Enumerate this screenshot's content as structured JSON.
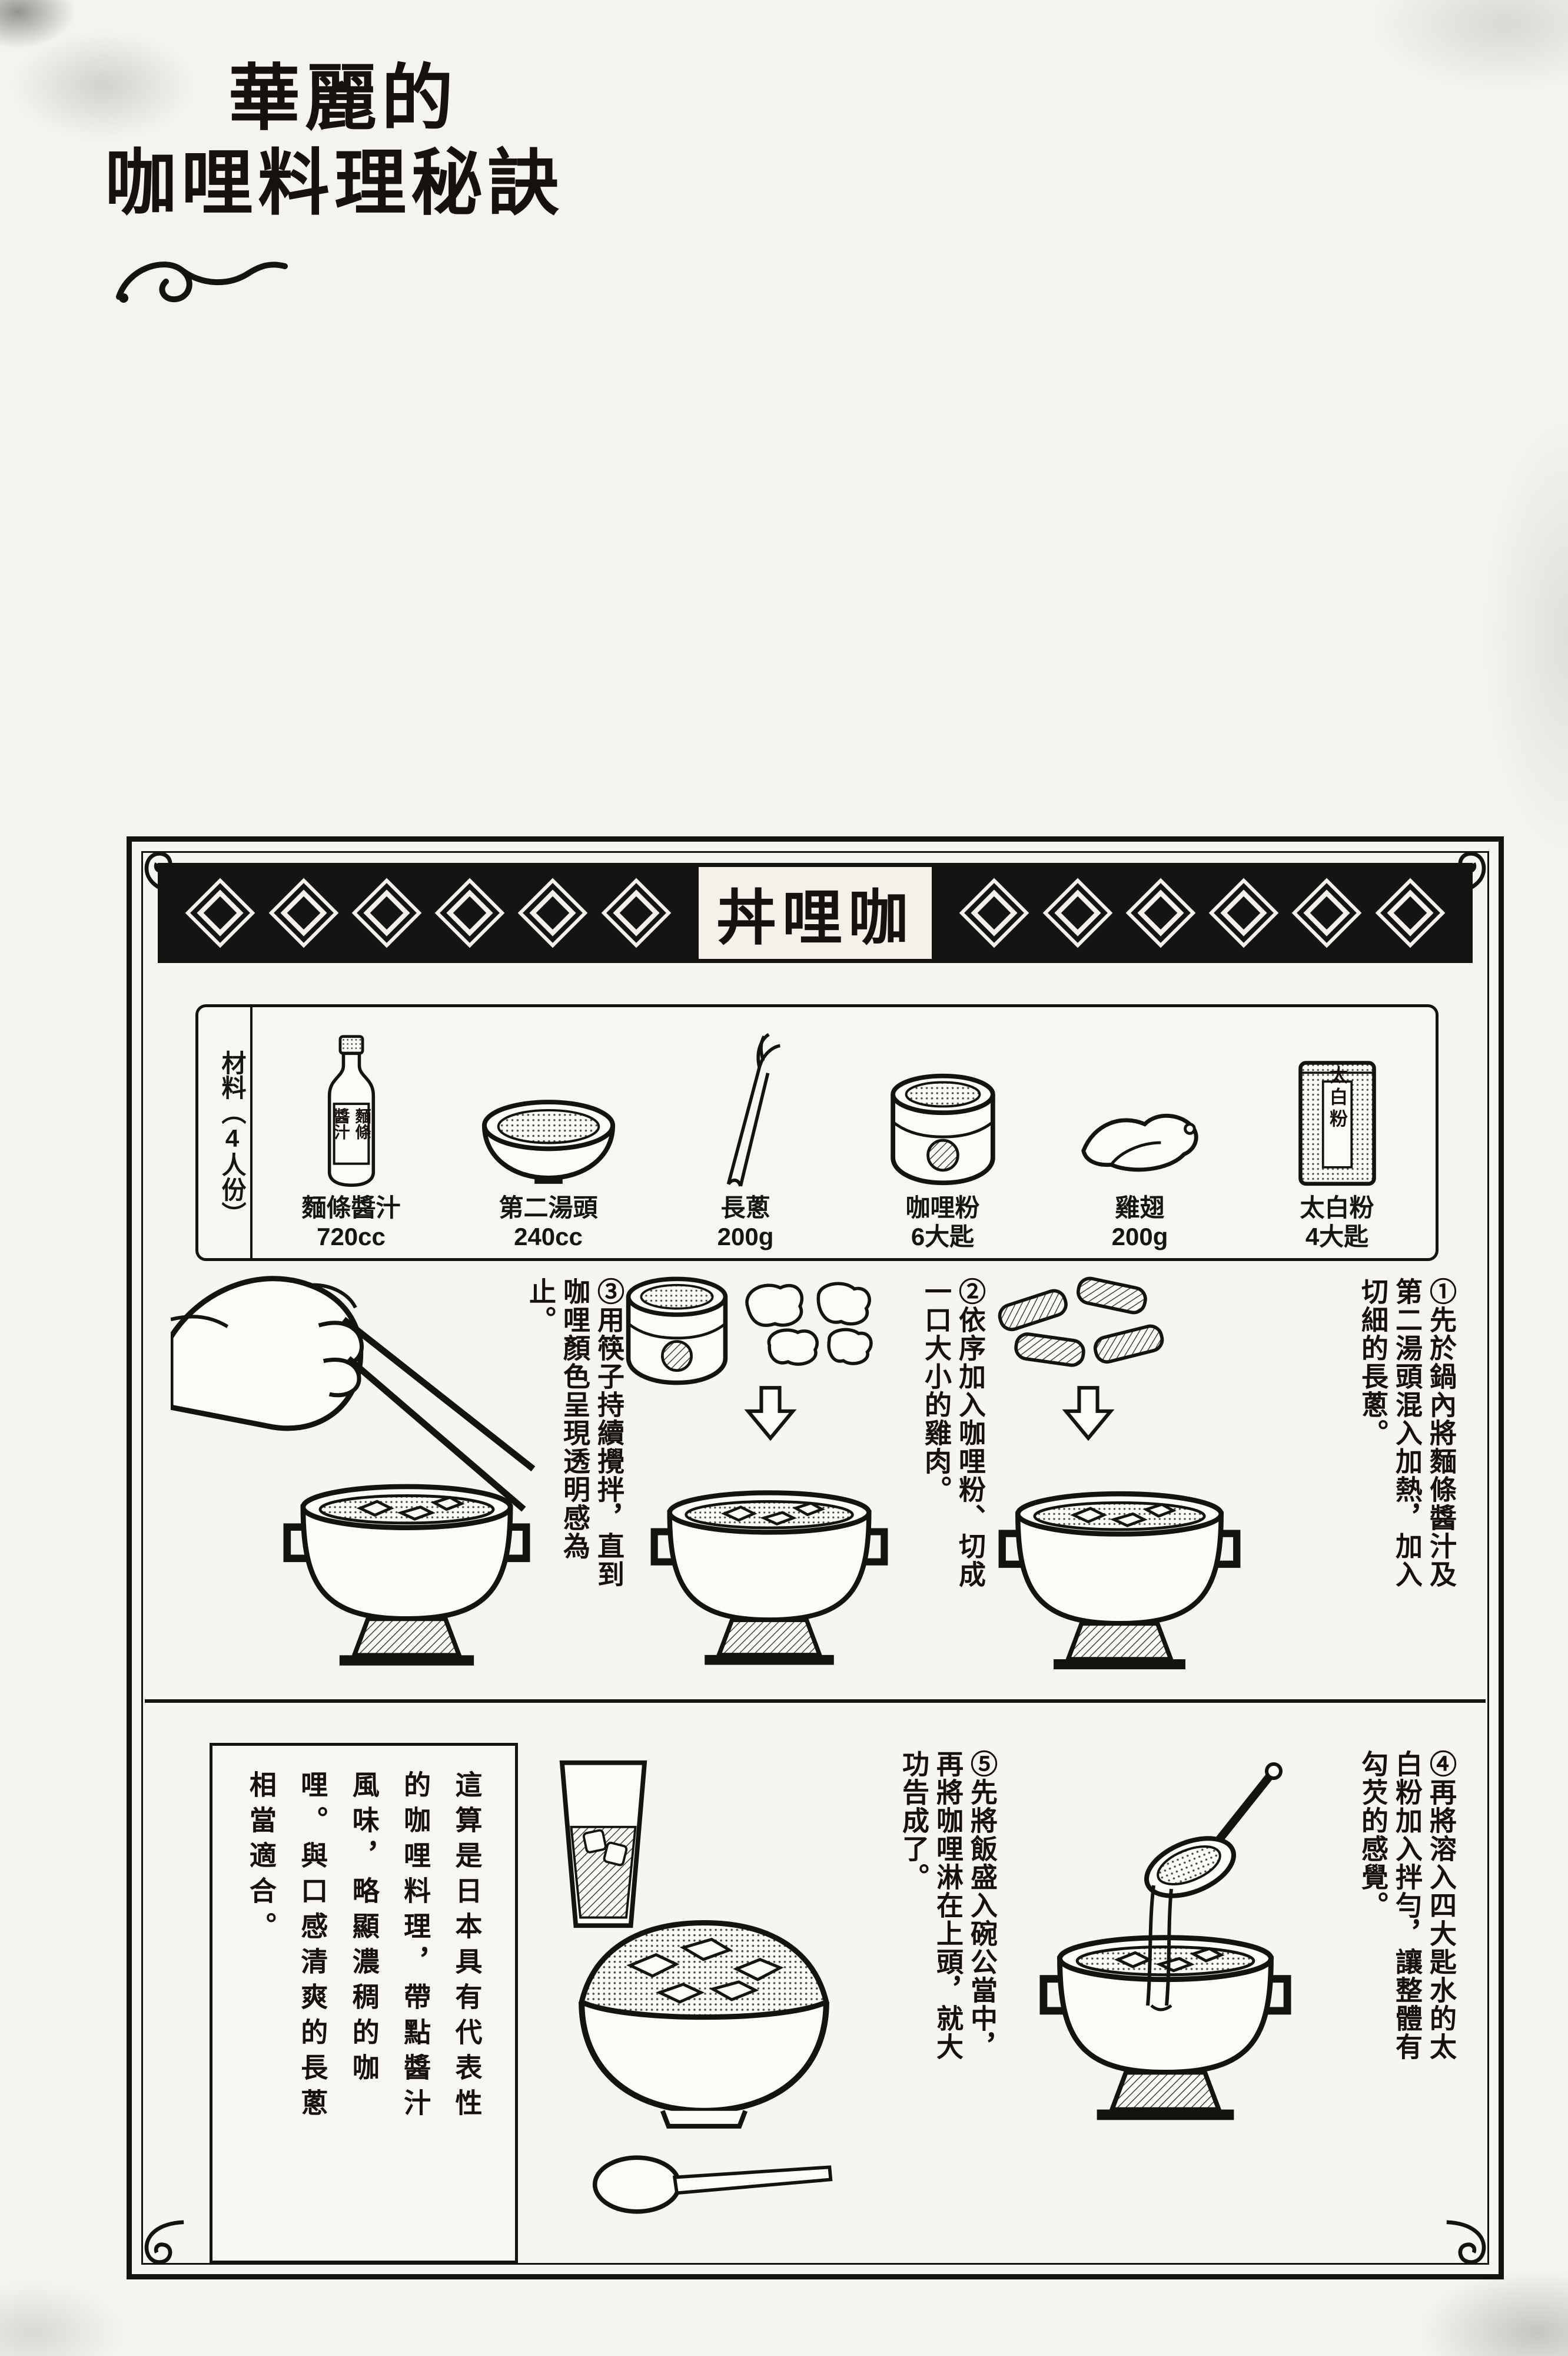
{
  "page": {
    "title_line1": "華麗的",
    "title_line2": "咖哩料理秘訣"
  },
  "recipe": {
    "banner_title": "咖哩丼",
    "ingredients": {
      "header": "材料（4人份）",
      "items": [
        {
          "name": "麵條醬汁",
          "amount": "720cc",
          "label_col_right": "麵條",
          "label_col_left": "醬汁"
        },
        {
          "name": "第二湯頭",
          "amount": "240cc"
        },
        {
          "name": "長蔥",
          "amount": "200g"
        },
        {
          "name": "咖哩粉",
          "amount": "6大匙"
        },
        {
          "name": "雞翅",
          "amount": "200g"
        },
        {
          "name": "太白粉",
          "amount": "4大匙",
          "pack_label": "太白粉"
        }
      ]
    },
    "steps": [
      {
        "text": "①先於鍋內將麵條醬汁及第二湯頭混入加熱，加入切細的長蔥。"
      },
      {
        "text": "②依序加入咖哩粉、切成一口大小的雞肉。"
      },
      {
        "text": "③用筷子持續攪拌，直到咖哩顏色呈現透明感為止。"
      },
      {
        "text": "④再將溶入四大匙水的太白粉加入拌勻，讓整體有勾芡的感覺。"
      },
      {
        "text": "⑤先將飯盛入碗公當中，再將咖哩淋在上頭，就大功告成了。"
      }
    ],
    "note": "這算是日本具有代表性的咖哩料理，帶點醬汁風味，略顯濃稠的咖哩。與口感清爽的長蔥相當適合。"
  }
}
